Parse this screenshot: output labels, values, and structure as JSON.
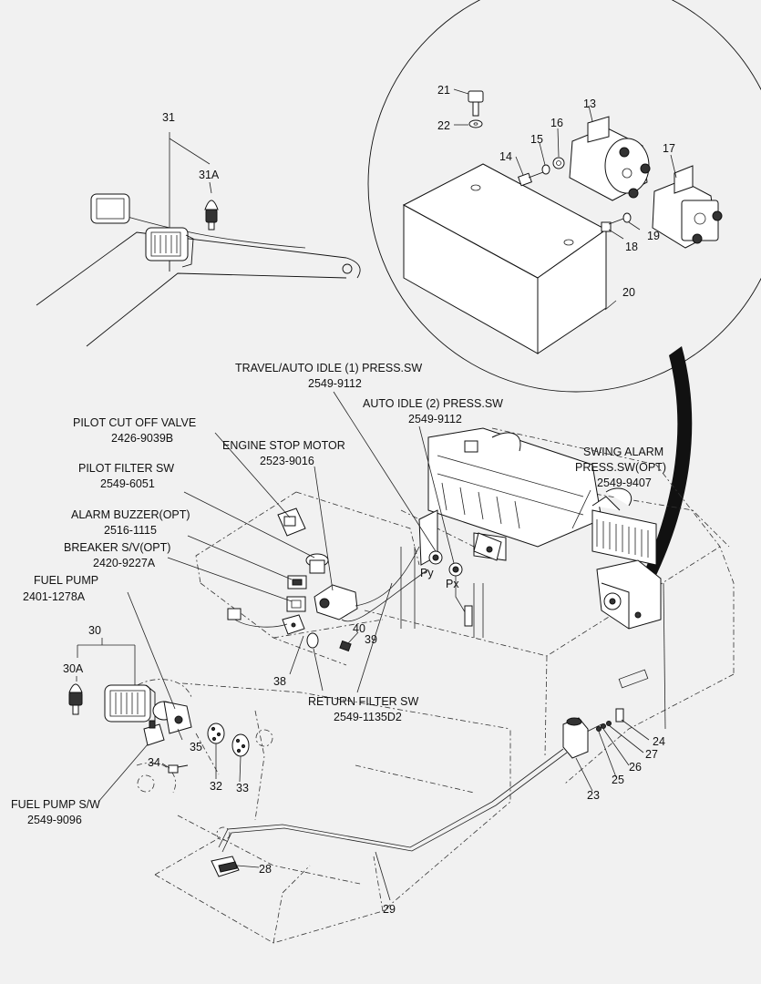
{
  "callouts": {
    "travel_auto_idle": {
      "name": "TRAVEL/AUTO IDLE (1) PRESS.SW",
      "code": "2549-9112"
    },
    "auto_idle_2": {
      "name": "AUTO IDLE (2) PRESS.SW",
      "code": "2549-9112"
    },
    "pilot_cut_off": {
      "name": "PILOT CUT OFF VALVE",
      "code": "2426-9039B"
    },
    "engine_stop": {
      "name": "ENGINE STOP MOTOR",
      "code": "2523-9016"
    },
    "swing_alarm": {
      "name1": "SWING ALARM",
      "name2": "PRESS.SW(OPT)",
      "code": "2549-9407"
    },
    "pilot_filter": {
      "name": "PILOT FILTER SW",
      "code": "2549-6051"
    },
    "alarm_buzzer": {
      "name": "ALARM BUZZER(OPT)",
      "code": "2516-1115"
    },
    "breaker_sv": {
      "name": "BREAKER S/V(OPT)",
      "code": "2420-9227A"
    },
    "fuel_pump": {
      "name": "FUEL PUMP",
      "code": "2401-1278A"
    },
    "return_filter": {
      "name": "RETURN FILTER SW",
      "code": "2549-1135D2"
    },
    "fuel_pump_sw": {
      "name": "FUEL PUMP S/W",
      "code": "2549-9096"
    }
  },
  "port_labels": {
    "py": "Py",
    "px": "Px"
  },
  "part_numbers": {
    "n13": "13",
    "n14": "14",
    "n15": "15",
    "n16": "16",
    "n17": "17",
    "n18": "18",
    "n19": "19",
    "n20": "20",
    "n21": "21",
    "n22": "22",
    "n23": "23",
    "n24": "24",
    "n25": "25",
    "n26": "26",
    "n27": "27",
    "n28": "28",
    "n29": "29",
    "n30": "30",
    "n30a": "30A",
    "n31": "31",
    "n31a": "31A",
    "n32": "32",
    "n33": "33",
    "n34": "34",
    "n35": "35",
    "n38": "38",
    "n39": "39",
    "n40": "40"
  }
}
